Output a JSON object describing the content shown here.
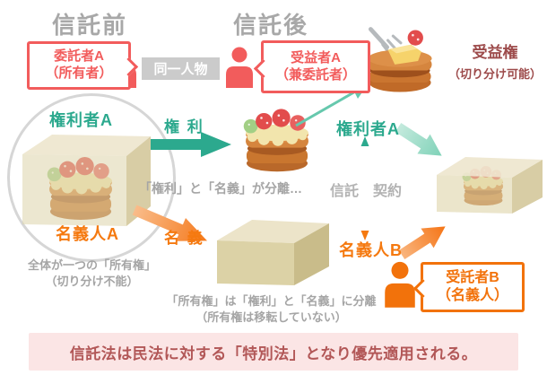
{
  "headers": {
    "before": "信託前",
    "after": "信託後"
  },
  "top_row": {
    "settlor_bubble": {
      "line1": "委託者A",
      "line2": "（所有者）"
    },
    "same_person_label": "同一人物",
    "beneficiary_bubble": {
      "line1": "受益者A",
      "line2": "（兼委託者）"
    },
    "beneficiary_right_title": "受益権",
    "beneficiary_right_sub": "（切り分け可能）"
  },
  "before_group": {
    "rights_holder_label": "権利者A",
    "nominal_holder_label": "名義人A",
    "caption_line1": "全体が一つの「所有権」",
    "caption_line2": "（切り分け不能）"
  },
  "transfer": {
    "rights_arrow_label": "権 利",
    "name_arrow_label": "名 義",
    "separation_note": "「権利」と「名義」が分離…"
  },
  "after_group": {
    "rights_holder_label": "権利者A",
    "trust_contract_left": "信託",
    "trust_contract_right": "契約",
    "nominal_holder_label": "名義人B",
    "trustee_bubble": {
      "line1": "受託者B",
      "line2": "（名義人）"
    }
  },
  "middle_box_caption": {
    "line1": "「所有権」は「権利」と「名義」に分離",
    "line2": "（所有権は移転していない）"
  },
  "banner": {
    "text": "信託法は民法に対する「特別法」となり優先適用される。"
  },
  "colors": {
    "red": "#f25c5c",
    "teal": "#2ca98e",
    "orange": "#f5790f",
    "gray_text": "#a5a5a5",
    "dark_red": "#9d4b4b",
    "banner_bg": "#fbe5e5",
    "banner_text": "#b25757"
  }
}
